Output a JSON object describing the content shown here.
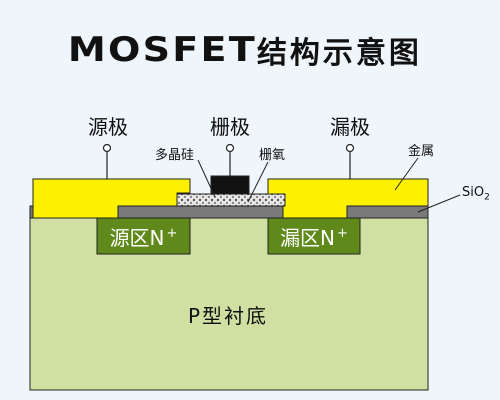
{
  "title": {
    "latin": "MOSFET",
    "cjk": "结构示意图"
  },
  "terminals": {
    "source": "源极",
    "gate": "栅极",
    "drain": "漏极"
  },
  "layers": {
    "poly": "多晶硅",
    "gate_oxide": "栅氧",
    "metal": "金属",
    "sio2": "SiO",
    "sio2_sub": "2"
  },
  "regions": {
    "source": "源区N",
    "drain": "漏区N",
    "plus": "+",
    "substrate": "P型衬底"
  },
  "colors": {
    "metal": "#fff200",
    "oxide": "#7a7a7a",
    "substrate": "#cfe0a2",
    "n_region": "#5f8a1b",
    "gate_contact": "#111111",
    "outline": "#222222"
  }
}
